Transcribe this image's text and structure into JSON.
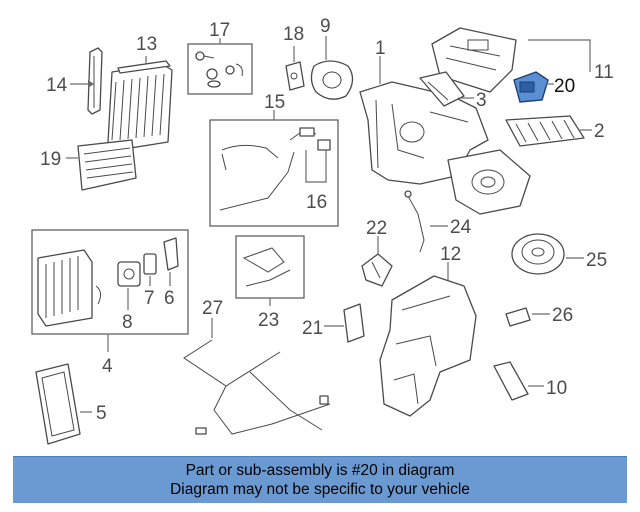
{
  "diagram": {
    "callouts": [
      "1",
      "2",
      "3",
      "4",
      "5",
      "6",
      "7",
      "8",
      "9",
      "10",
      "11",
      "12",
      "13",
      "14",
      "15",
      "16",
      "17",
      "18",
      "19",
      "20",
      "21",
      "22",
      "23",
      "24",
      "25",
      "26",
      "27"
    ],
    "highlighted_part": "20",
    "highlight_color": "#5b8fd4"
  },
  "banner": {
    "line1": "Part or sub-assembly is #20 in diagram",
    "line2": "Diagram may not be specific to your vehicle",
    "background": "#6b9ad3"
  }
}
